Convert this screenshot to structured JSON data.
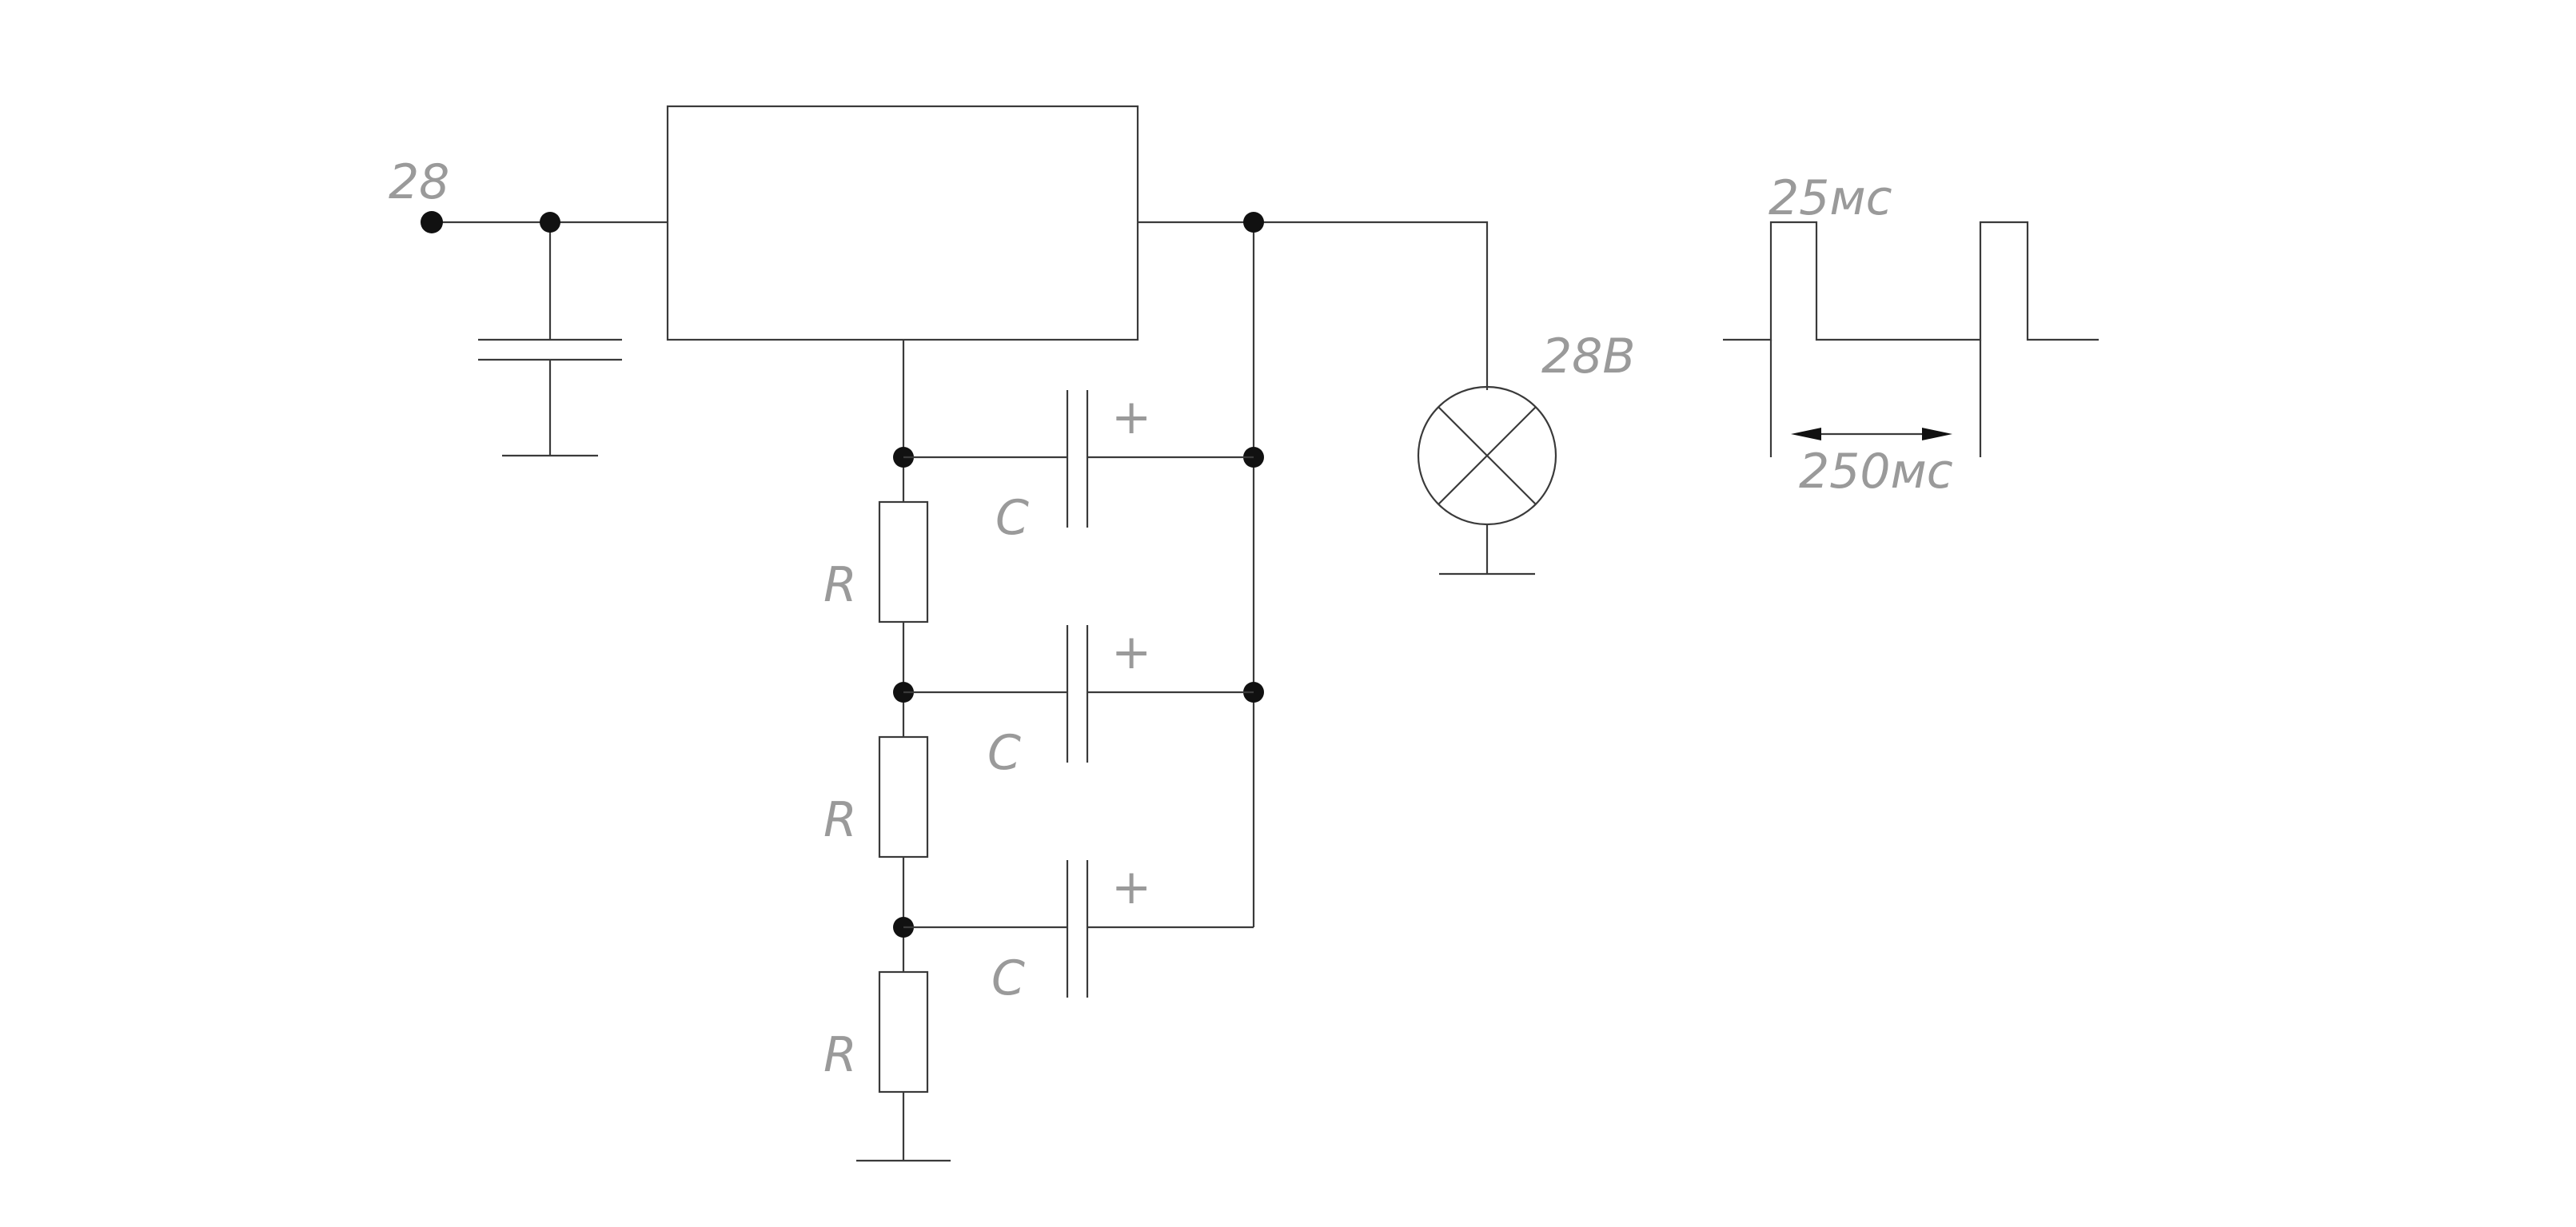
{
  "labels": {
    "input_voltage": "28",
    "lamp_voltage": "28В",
    "pulse_width": "25мс",
    "pulse_period": "250мс",
    "capacitor": "C",
    "resistor": "R",
    "plus": "+"
  },
  "colors": {
    "wire": "#3a3a3a",
    "label": "#9a9a9a",
    "junction": "#111111",
    "background": "#ffffff"
  }
}
